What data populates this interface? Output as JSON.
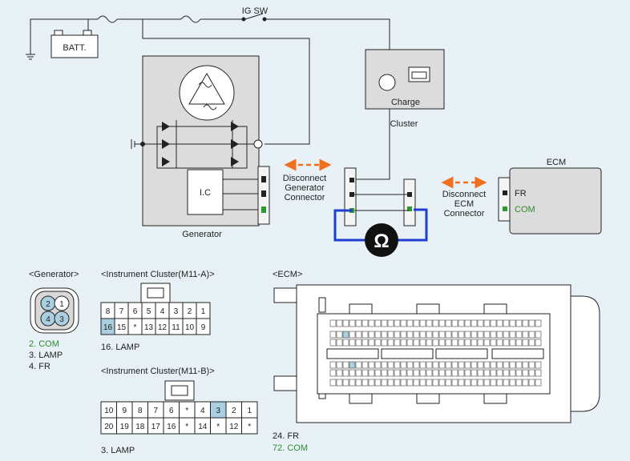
{
  "top": {
    "batt": "BATT.",
    "ig_sw": "IG SW",
    "generator": "Generator",
    "ic": "I.C",
    "charge": "Charge",
    "cluster": "Cluster",
    "ecm": "ECM",
    "fr": "FR",
    "com": "COM",
    "ohm_symbol": "Ω"
  },
  "notes": {
    "disconnect_generator": [
      "Disconnect",
      "Generator",
      "Connector"
    ],
    "disconnect_ecm": [
      "Disconnect",
      "ECM",
      "Connector"
    ]
  },
  "connectors": {
    "generator": {
      "title": "<Generator>",
      "pins": [
        "1",
        "2",
        "3",
        "4"
      ],
      "legend": [
        "2. COM",
        "3. LAMP",
        "4. FR"
      ]
    },
    "cluster_a": {
      "title": "<Instrument Cluster(M11-A)>",
      "row1": [
        "8",
        "7",
        "6",
        "5",
        "4",
        "3",
        "2",
        "1"
      ],
      "row2": [
        "16",
        "15",
        "*",
        "13",
        "12",
        "11",
        "10",
        "9"
      ],
      "legend": "16. LAMP"
    },
    "cluster_b": {
      "title": "<Instrument Cluster(M11-B)>",
      "row1": [
        "10",
        "9",
        "8",
        "7",
        "6",
        "*",
        "4",
        "3",
        "2",
        "1"
      ],
      "row2": [
        "20",
        "19",
        "18",
        "17",
        "16",
        "*",
        "14",
        "*",
        "12",
        "*"
      ],
      "legend": "3. LAMP"
    },
    "ecm": {
      "title": "<ECM>",
      "legend": [
        "24. FR",
        "72. COM"
      ]
    }
  },
  "colors": {
    "wire": "#222222",
    "highlight": "#a9cfe0",
    "green_text": "#2f8a2f",
    "arrow": "#f07020",
    "meter_wire": "#1f3fd0"
  }
}
